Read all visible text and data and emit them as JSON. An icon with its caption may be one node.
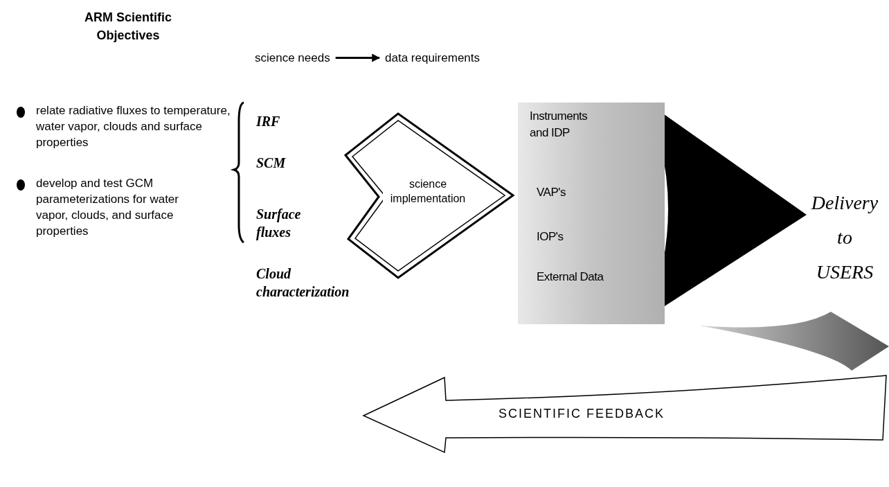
{
  "diagram": {
    "title": "ARM Scientific Objectives",
    "nodes": [
      {
        "text": [
          "science needs"
        ]
      },
      {
        "text": [
          "data requirements"
        ]
      },
      {
        "text": [
          "science implementation"
        ]
      },
      {
        "text": [
          "Instruments and IDP",
          "VAP's",
          "IOP's",
          "External Data"
        ]
      },
      {
        "text": [
          "SCIENTIFIC FEEDBACK"
        ]
      }
    ],
    "edges": [
      {
        "from": 0,
        "to": 1,
        "arrow": "to"
      }
    ],
    "labels": [
      "relate radiative fluxes to temperature, water vapor, clouds and surface properties",
      "develop and test GCM parameterizations for water vapor, clouds, and surface properties",
      "IRF",
      "SCM",
      "Surface fluxes",
      "Cloud characterization",
      "Delivery to USERS"
    ]
  }
}
